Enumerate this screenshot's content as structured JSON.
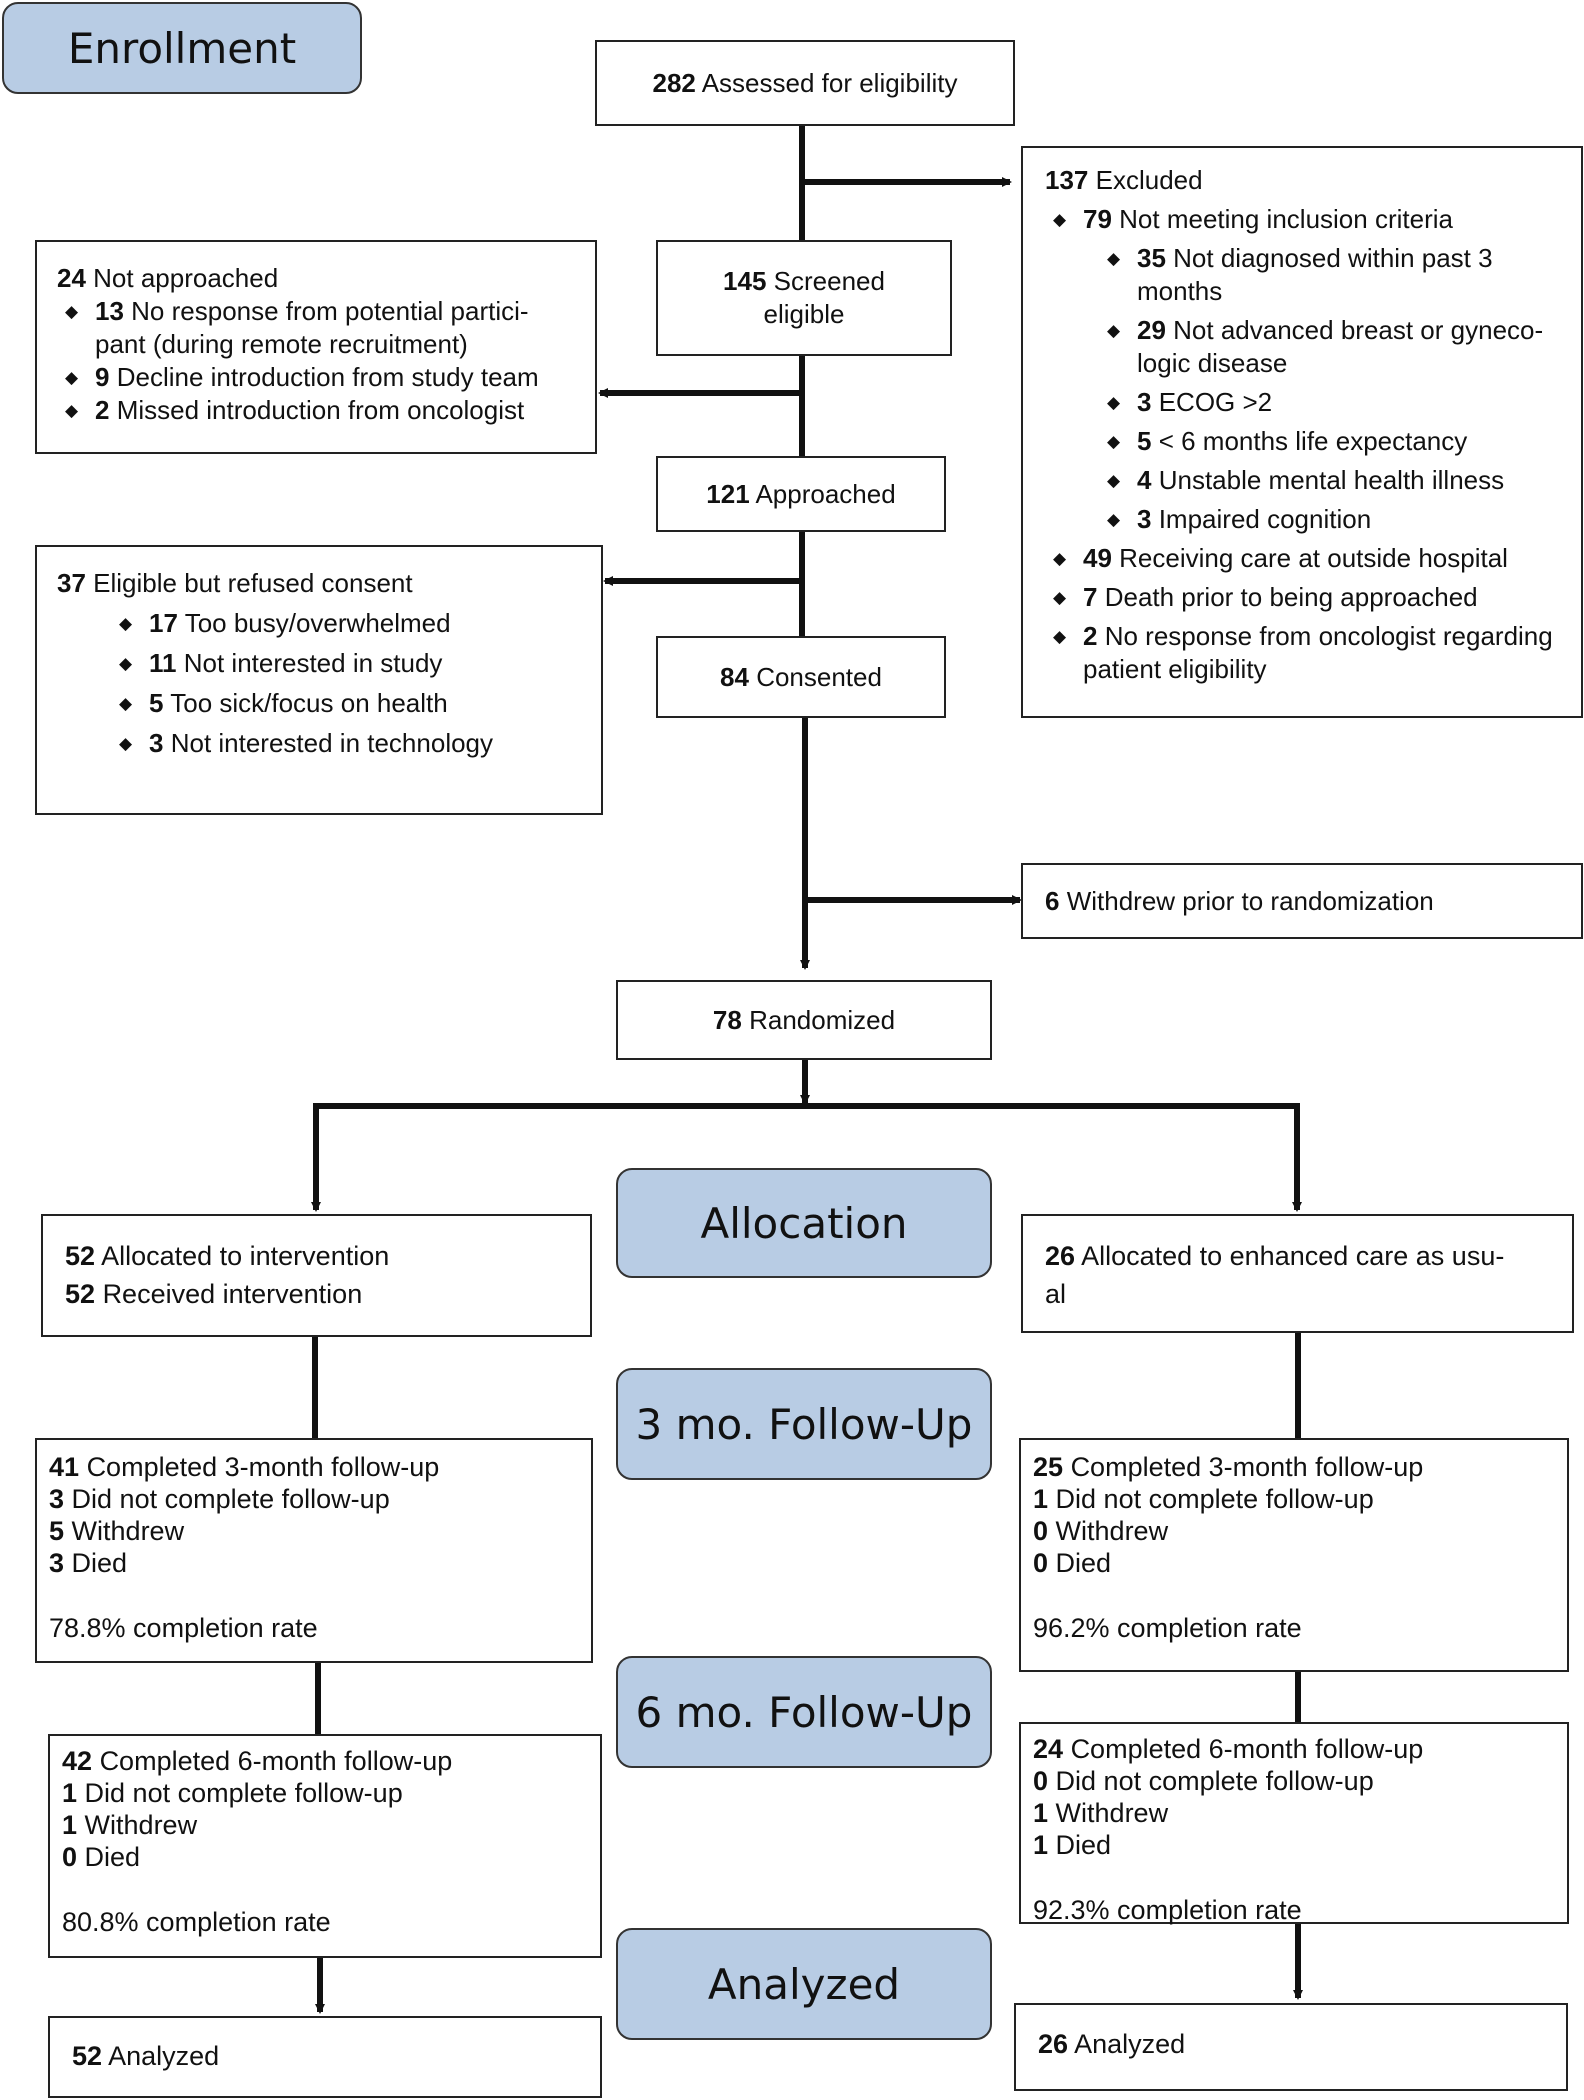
{
  "stages": {
    "enrollment": "Enrollment",
    "allocation": "Allocation",
    "followup3": "3 mo. Follow-Up",
    "followup6": "6 mo. Follow-Up",
    "analyzed": "Analyzed"
  },
  "assessed": {
    "n": "282",
    "label": "Assessed for eligibility"
  },
  "excluded": {
    "n": "137",
    "label": "Excluded",
    "not_meeting": {
      "n": "79",
      "label": "Not meeting inclusion criteria"
    },
    "criteria": [
      {
        "n": "35",
        "label": "Not diagnosed within past 3",
        "cont": "months"
      },
      {
        "n": "29",
        "label": "Not advanced breast or gyneco-",
        "cont": "logic disease"
      },
      {
        "n": "3",
        "label": "ECOG >2"
      },
      {
        "n": "5",
        "label": "< 6 months life expectancy"
      },
      {
        "n": "4",
        "label": "Unstable mental health illness"
      },
      {
        "n": "3",
        "label": "Impaired cognition"
      }
    ],
    "other": [
      {
        "n": "49",
        "label": "Receiving care at outside hospital"
      },
      {
        "n": "7",
        "label": "Death prior to being approached"
      },
      {
        "n": "2",
        "label": "No response from oncologist regarding",
        "cont": "patient eligibility"
      }
    ]
  },
  "screened": {
    "n": "145",
    "label": "Screened",
    "cont": "eligible"
  },
  "not_approached": {
    "n": "24",
    "label": "Not approached",
    "items": [
      {
        "n": "13",
        "label": "No response from potential partici-",
        "cont": "pant (during remote recruitment)"
      },
      {
        "n": "9",
        "label": "Decline introduction from study team"
      },
      {
        "n": "2",
        "label": "Missed introduction from oncologist"
      }
    ]
  },
  "approached": {
    "n": "121",
    "label": "Approached"
  },
  "refused": {
    "n": "37",
    "label": "Eligible but refused consent",
    "items": [
      {
        "n": "17",
        "label": "Too busy/overwhelmed"
      },
      {
        "n": "11",
        "label": "Not interested in study"
      },
      {
        "n": "5",
        "label": "Too sick/focus on health"
      },
      {
        "n": "3",
        "label": "Not interested in technology"
      }
    ]
  },
  "consented": {
    "n": "84",
    "label": "Consented"
  },
  "withdrew_prior": {
    "n": "6",
    "label": "Withdrew prior to randomization"
  },
  "randomized": {
    "n": "78",
    "label": "Randomized"
  },
  "intervention": {
    "alloc": {
      "n": "52",
      "label": "Allocated to intervention"
    },
    "received": {
      "n": "52",
      "label": "Received intervention"
    },
    "fu3": {
      "lines": [
        {
          "n": "41",
          "label": "Completed 3-month follow-up"
        },
        {
          "n": "3",
          "label": "Did not complete follow-up"
        },
        {
          "n": "5",
          "label": "Withdrew"
        },
        {
          "n": "3",
          "label": "Died"
        }
      ],
      "rate": "78.8% completion rate"
    },
    "fu6": {
      "lines": [
        {
          "n": "42",
          "label": "Completed 6-month follow-up"
        },
        {
          "n": "1",
          "label": "Did not complete follow-up"
        },
        {
          "n": "1",
          "label": "Withdrew"
        },
        {
          "n": "0",
          "label": "Died"
        }
      ],
      "rate": "80.8% completion rate"
    },
    "analyzed": {
      "n": "52",
      "label": "Analyzed"
    }
  },
  "control": {
    "alloc": {
      "n": "26",
      "label": "Allocated to enhanced care as usu-",
      "cont": "al"
    },
    "fu3": {
      "lines": [
        {
          "n": "25",
          "label": "Completed 3-month follow-up"
        },
        {
          "n": "1",
          "label": "Did not complete follow-up"
        },
        {
          "n": "0",
          "label": "Withdrew"
        },
        {
          "n": "0",
          "label": "Died"
        }
      ],
      "rate": "96.2% completion rate"
    },
    "fu6": {
      "lines": [
        {
          "n": "24",
          "label": "Completed 6-month follow-up"
        },
        {
          "n": "0",
          "label": "Did not complete follow-up"
        },
        {
          "n": "1",
          "label": "Withdrew"
        },
        {
          "n": "1",
          "label": "Died"
        }
      ],
      "rate": "92.3% completion rate"
    },
    "analyzed": {
      "n": "26",
      "label": "Analyzed"
    }
  }
}
